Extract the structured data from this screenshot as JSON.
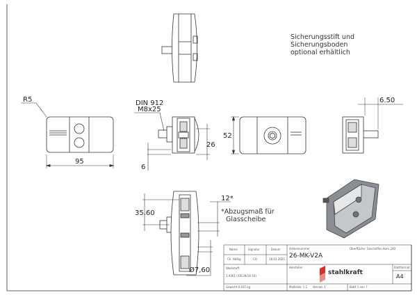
{
  "notes": {
    "optional_parts": [
      "Sicherungsstift und",
      "Sicherungsboden",
      "optional erhältlich"
    ],
    "glass_deduction": [
      "*Abzugsmaß für",
      "Glasscheibe"
    ]
  },
  "dimensions": {
    "radius": "R5",
    "width": "95",
    "screw_line1": "DIN 912",
    "screw_line2": "M8x25",
    "offset": "6",
    "hole_spacing": "26",
    "height": "52",
    "pin_length": "6.50",
    "center_distance": "35.60",
    "glass_gap": "12*",
    "diameter": "Ø7,60"
  },
  "title_block": {
    "name_label": "Name",
    "signature_label": "Signatur",
    "date_label": "Datum",
    "name": "Ch. Hößig",
    "signature": "CH",
    "date": "18.03.2021",
    "article_label": "Artikelnummer",
    "article_number": "26-MK-V2A",
    "surface": "Oberfläche: Geschliffen Korn 240",
    "material_label": "Werkstoff:",
    "material": "1.4301 (X5CrNi18-10)",
    "manufacturer_label": "Hersteller",
    "brand": "stahlkraft",
    "format_label": "Blattformat",
    "format": "A4",
    "weight": "Gewicht 0.635 kg",
    "scale": "Maßstab: 1:2",
    "version": "Version 1",
    "sheet": "Blatt 1 von 7"
  },
  "colors": {
    "brand_red": "#d9302c",
    "line": "#333333"
  }
}
